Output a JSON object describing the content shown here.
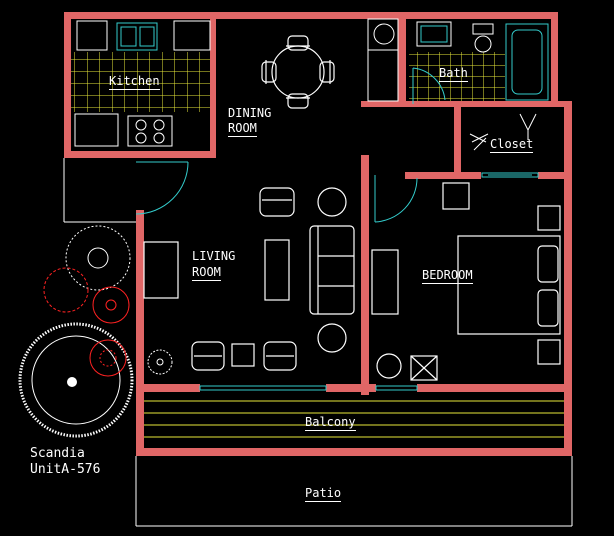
{
  "plan": {
    "rooms": {
      "kitchen": "Kitchen",
      "dining_1": "DINING",
      "dining_2": "ROOM",
      "bath": "Bath",
      "closet": "Closet",
      "living_1": "LIVING",
      "living_2": "ROOM",
      "bedroom": "BEDROOM",
      "balcony": "Balcony",
      "patio": "Patio"
    },
    "caption_1": "Scandia",
    "caption_2": "UnitA-576"
  },
  "colors": {
    "background": "#000000",
    "wall": "#e06666",
    "fixture": "#ffffff",
    "tile_grid": "#e8e83a",
    "door": "#33cccc",
    "plant": "#ff2222"
  }
}
